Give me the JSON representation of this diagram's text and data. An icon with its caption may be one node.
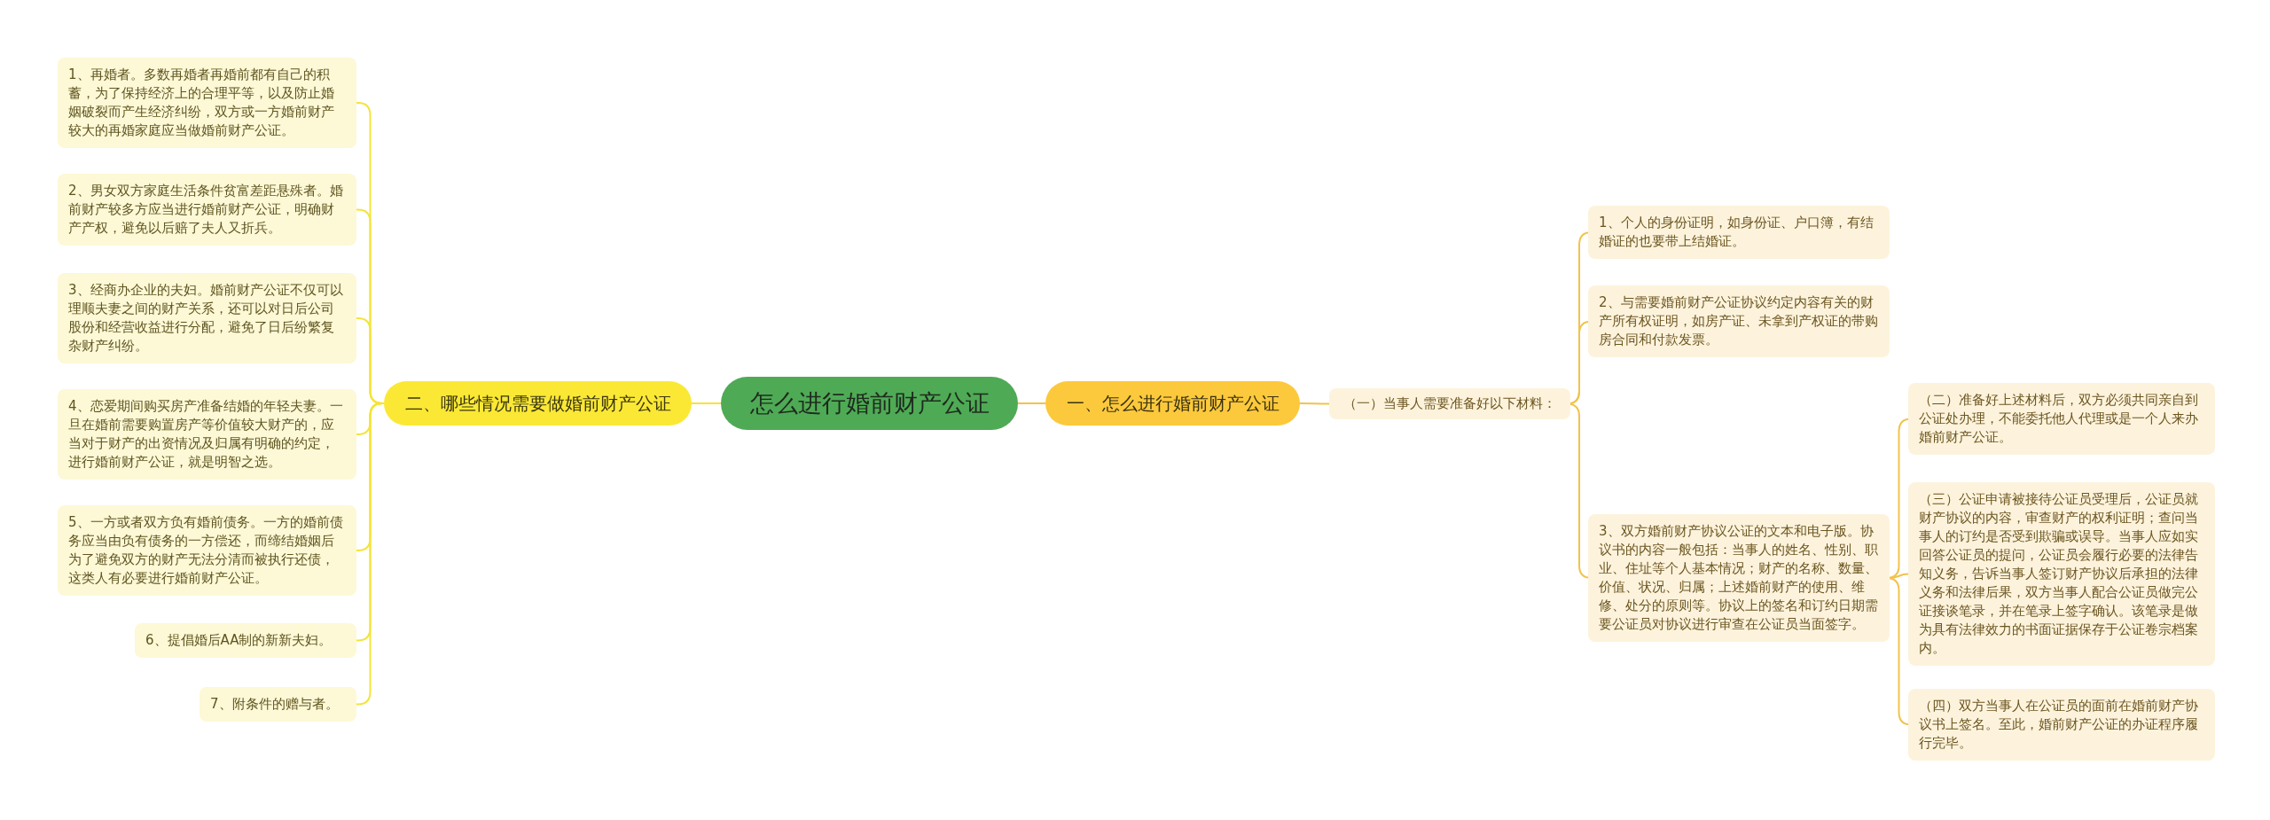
{
  "diagram": {
    "nodes": [
      {
        "text": [
          "怎么进行婚前财产公证"
        ]
      },
      {
        "text": [
          "一、怎么进行婚前财产公证"
        ]
      },
      {
        "text": [
          "（一）当事人需要准备好以下材料："
        ]
      },
      {
        "text": [
          "1、个人的身份证明，如身份证、户口簿，有结婚证的也要带上结婚证。"
        ]
      },
      {
        "text": [
          "2、与需要婚前财产公证协议约定内容有关的财产所有权证明，如房产证、未拿到产权证的带购房合同和付款发票。"
        ]
      },
      {
        "text": [
          "3、双方婚前财产协议公证的文本和电子版。协议书的内容一般包括：当事人的姓名、性别、职业、住址等个人基本情况；财产的名称、数量、价值、状况、归属；上述婚前财产的使用、维修、处分的原则等。协议上的签名和订约日期需要公证员对协议进行审查在公证员当面签字。"
        ]
      },
      {
        "text": [
          "（二）准备好上述材料后，双方必须共同亲自到公证处办理，不能委托他人代理或是一个人来办婚前财产公证。"
        ]
      },
      {
        "text": [
          "（三）公证申请被接待公证员受理后，公证员就财产协议的内容，审查财产的权利证明；查问当事人的订约是否受到欺骗或误导。当事人应如实回答公证员的提问，公证员会履行必要的法律告知义务，告诉当事人签订财产协议后承担的法律义务和法律后果，双方当事人配合公证员做完公证接谈笔录，并在笔录上签字确认。该笔录是做为具有法律效力的书面证据保存于公证卷宗档案内。"
        ]
      },
      {
        "text": [
          "（四）双方当事人在公证员的面前在婚前财产协议书上签名。至此，婚前财产公证的办证程序履行完毕。"
        ]
      },
      {
        "text": [
          "二、哪些情况需要做婚前财产公证"
        ]
      },
      {
        "text": [
          "1、再婚者。多数再婚者再婚前都有自己的积蓄，为了保持经济上的合理平等，以及防止婚姻破裂而产生经济纠纷，双方或一方婚前财产较大的再婚家庭应当做婚前财产公证。"
        ]
      },
      {
        "text": [
          "2、男女双方家庭生活条件贫富差距悬殊者。婚前财产较多方应当进行婚前财产公证，明确财产产权，避免以后赔了夫人又折兵。"
        ]
      },
      {
        "text": [
          "3、经商办企业的夫妇。婚前财产公证不仅可以理顺夫妻之间的财产关系，还可以对日后公司股份和经营收益进行分配，避免了日后纷繁复杂财产纠纷。"
        ]
      },
      {
        "text": [
          "4、恋爱期间购买房产准备结婚的年轻夫妻。一旦在婚前需要购置房产等价值较大财产的，应当对于财产的出资情况及归属有明确的约定，进行婚前财产公证，就是明智之选。"
        ]
      },
      {
        "text": [
          "5、一方或者双方负有婚前债务。一方的婚前债务应当由负有债务的一方偿还，而缔结婚姻后为了避免双方的财产无法分清而被执行还债，这类人有必要进行婚前财产公证。"
        ]
      },
      {
        "text": [
          "6、提倡婚后AA制的新新夫妇。"
        ]
      },
      {
        "text": [
          "7、附条件的赠与者。"
        ]
      }
    ],
    "edges": [
      {
        "from": 0,
        "to": 1,
        "arrow": "none"
      },
      {
        "from": 1,
        "to": 2,
        "arrow": "none"
      },
      {
        "from": 2,
        "to": 3,
        "arrow": "none"
      },
      {
        "from": 2,
        "to": 4,
        "arrow": "none"
      },
      {
        "from": 2,
        "to": 5,
        "arrow": "none"
      },
      {
        "from": 5,
        "to": 6,
        "arrow": "none"
      },
      {
        "from": 5,
        "to": 7,
        "arrow": "none"
      },
      {
        "from": 5,
        "to": 8,
        "arrow": "none"
      },
      {
        "from": 0,
        "to": 9,
        "arrow": "none"
      },
      {
        "from": 9,
        "to": 10,
        "arrow": "none"
      },
      {
        "from": 9,
        "to": 11,
        "arrow": "none"
      },
      {
        "from": 9,
        "to": 12,
        "arrow": "none"
      },
      {
        "from": 9,
        "to": 13,
        "arrow": "none"
      },
      {
        "from": 9,
        "to": 14,
        "arrow": "none"
      },
      {
        "from": 9,
        "to": 15,
        "arrow": "none"
      },
      {
        "from": 9,
        "to": 16,
        "arrow": "none"
      }
    ]
  }
}
